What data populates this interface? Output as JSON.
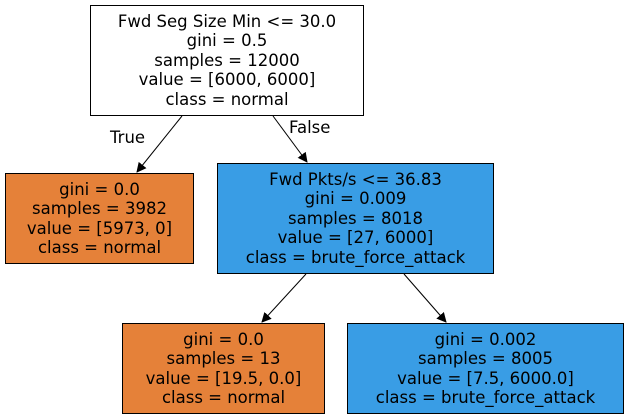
{
  "colors": {
    "root": "#ffffff",
    "normal": "#e58139",
    "attack": "#399de5",
    "line": "#000000"
  },
  "edges": {
    "true_label": "True",
    "false_label": "False"
  },
  "nodes": {
    "root": {
      "lines": [
        "Fwd Seg Size Min <= 30.0",
        "gini = 0.5",
        "samples = 12000",
        "value = [6000, 6000]",
        "class = normal"
      ]
    },
    "left": {
      "lines": [
        "gini = 0.0",
        "samples = 3982",
        "value = [5973, 0]",
        "class = normal"
      ]
    },
    "right": {
      "lines": [
        "Fwd Pkts/s <= 36.83",
        "gini = 0.009",
        "samples = 8018",
        "value = [27, 6000]",
        "class = brute_force_attack"
      ]
    },
    "right_left": {
      "lines": [
        "gini = 0.0",
        "samples = 13",
        "value = [19.5, 0.0]",
        "class = normal"
      ]
    },
    "right_right": {
      "lines": [
        "gini = 0.002",
        "samples = 8005",
        "value = [7.5, 6000.0]",
        "class = brute_force_attack"
      ]
    }
  }
}
